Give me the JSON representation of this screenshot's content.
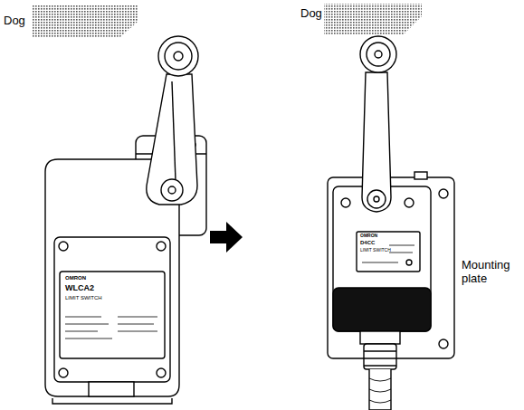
{
  "diagram": {
    "labels": [
      "Dog",
      "Dog",
      "OMRON",
      "WLCA2",
      "LIMIT SWITCH",
      "OMRON",
      "D4CC",
      "LIMIT SWITCH",
      "Mounting plate"
    ]
  }
}
